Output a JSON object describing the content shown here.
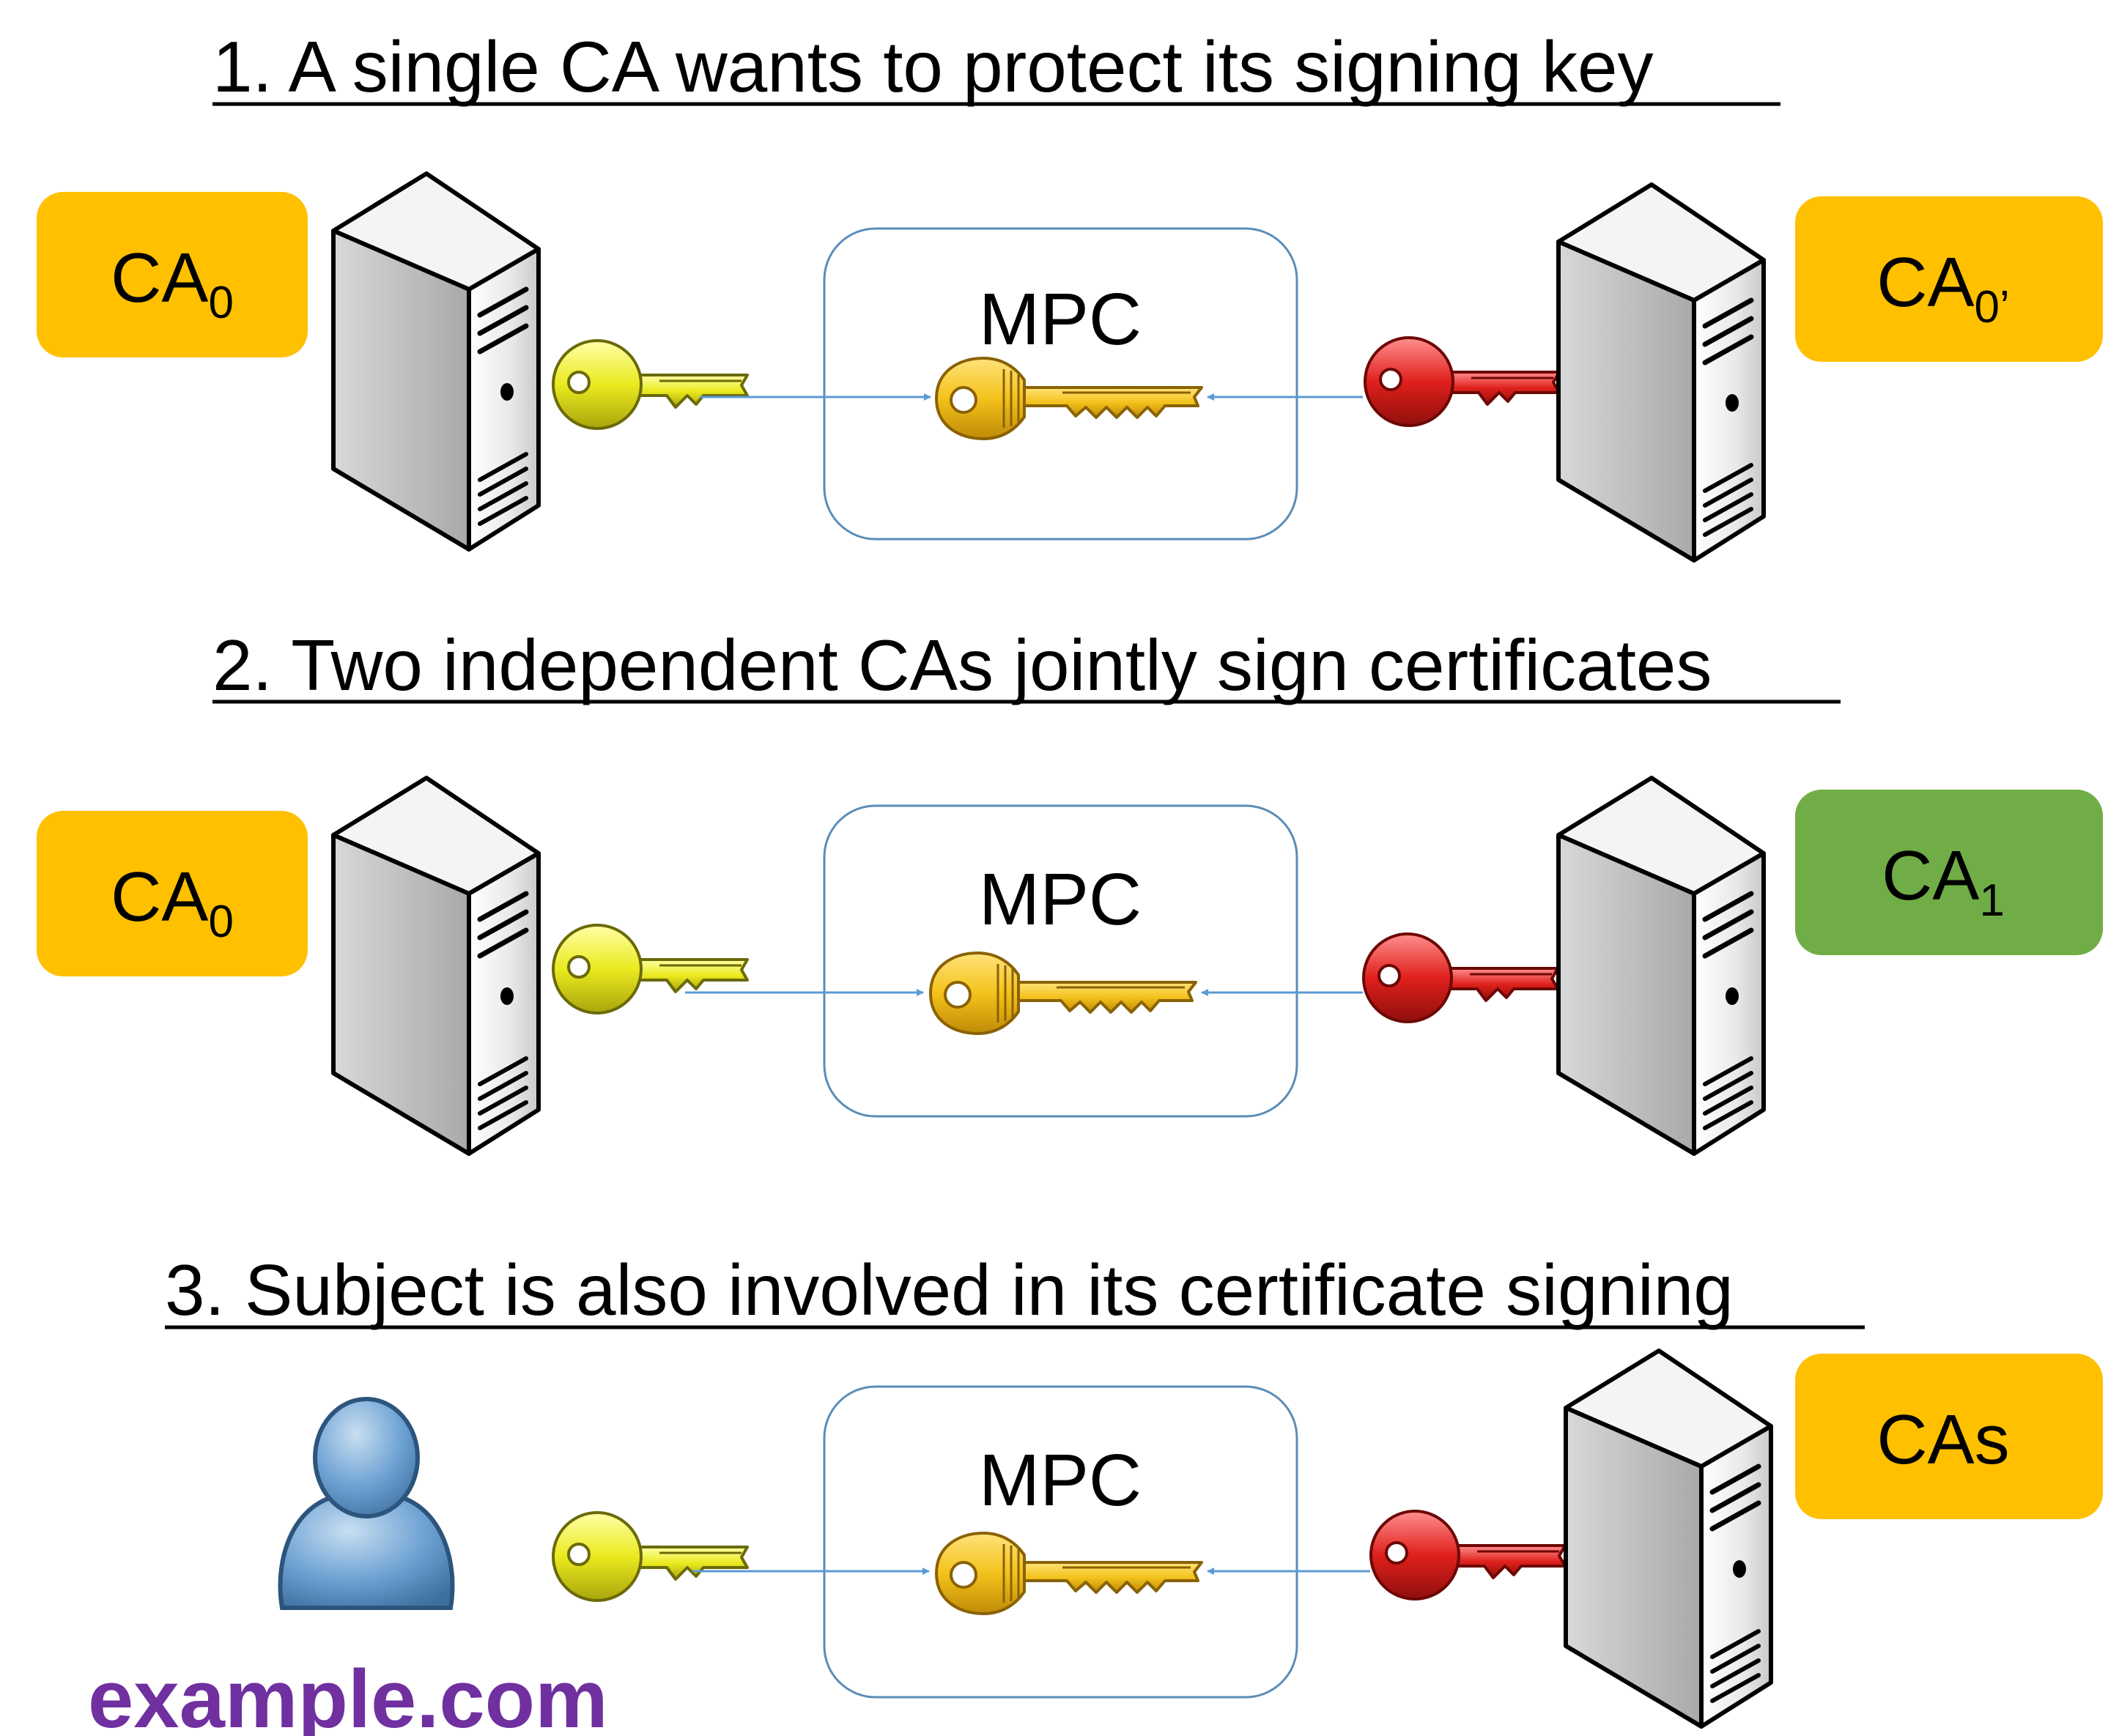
{
  "colors": {
    "ca_gold": "#FFC000",
    "ca_green": "#70AD47",
    "mpc_border": "#5B8DB8",
    "arrow": "#5B9BD5",
    "domain_text": "#7030A0",
    "yellow_key": "#F2EA1C",
    "red_key": "#E0201C",
    "gold_key": "#F4C21B"
  },
  "icons": [
    "server-icon",
    "yellow-key-icon",
    "red-key-icon",
    "gold-key-icon",
    "user-icon"
  ],
  "sections": [
    {
      "heading": "1. A single CA wants to protect its signing key",
      "mpc_label": "MPC",
      "left": {
        "kind": "server",
        "ca_main": "CA",
        "ca_sub": "0",
        "ca_color": "gold"
      },
      "right": {
        "kind": "server",
        "ca_main": "CA",
        "ca_sub": "0’",
        "ca_color": "gold"
      }
    },
    {
      "heading": "2. Two independent CAs jointly sign certificates",
      "mpc_label": "MPC",
      "left": {
        "kind": "server",
        "ca_main": "CA",
        "ca_sub": "0",
        "ca_color": "gold"
      },
      "right": {
        "kind": "server",
        "ca_main": "CA",
        "ca_sub": "1",
        "ca_color": "green"
      }
    },
    {
      "heading": "3. Subject is also involved in its certificate signing",
      "mpc_label": "MPC",
      "left": {
        "kind": "user",
        "domain": "example.com"
      },
      "right": {
        "kind": "server",
        "ca_main": "CAs",
        "ca_sub": "",
        "ca_color": "gold"
      }
    }
  ]
}
